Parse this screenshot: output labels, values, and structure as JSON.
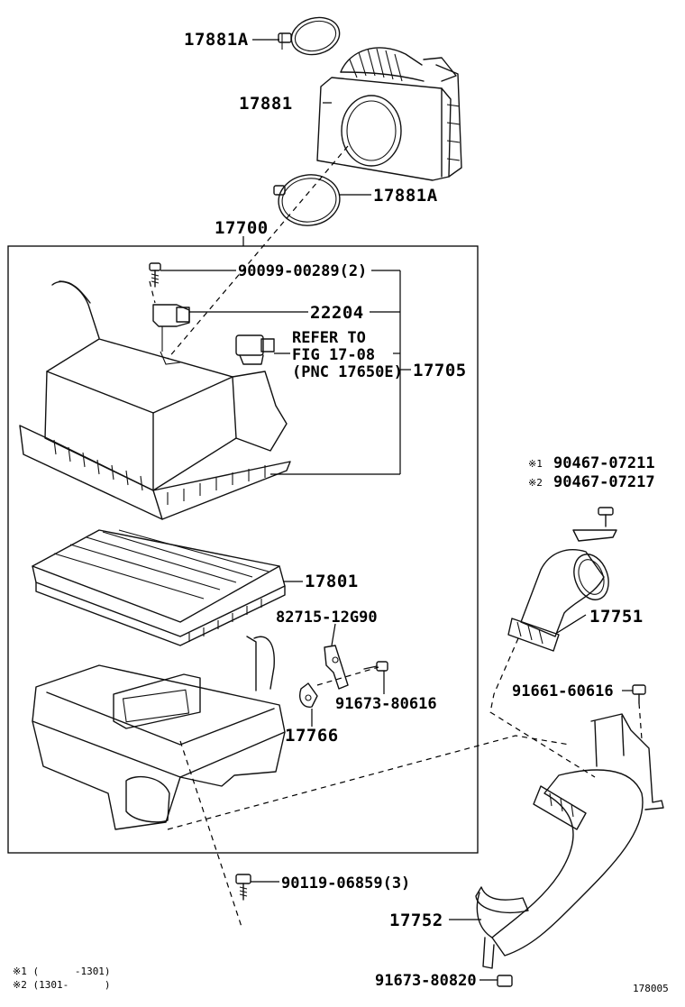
{
  "parts": {
    "p17881A_top": "17881A",
    "p17881": "17881",
    "p17881A_mid": "17881A",
    "p17700": "17700",
    "p90099": "90099-00289(2)",
    "p22204": "22204",
    "refer_line1": "REFER TO",
    "refer_line2": "FIG 17-08",
    "refer_line3": "(PNC 17650E)",
    "p17705": "17705",
    "p17801": "17801",
    "p82715": "82715-12G90",
    "p91673_80616": "91673-80616",
    "p17766": "17766",
    "p90119": "90119-06859(3)",
    "p90467_a": "90467-07211",
    "p90467_b": "90467-07217",
    "p17751": "17751",
    "p91661": "91661-60616",
    "p17752": "17752",
    "p91673_80820": "91673-80820"
  },
  "notes": {
    "mark1": "※1",
    "mark2": "※2",
    "footnote1": "※1 (      -1301)",
    "footnote2": "※2 (1301-      )"
  },
  "figure_id": "178005"
}
